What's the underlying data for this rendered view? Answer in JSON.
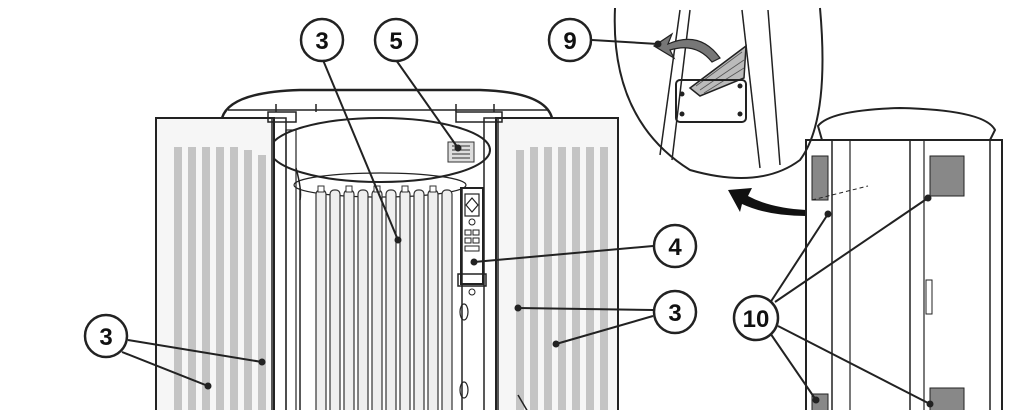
{
  "diagram": {
    "callouts": [
      {
        "id": "c3a",
        "label": "3"
      },
      {
        "id": "c5",
        "label": "5"
      },
      {
        "id": "c9",
        "label": "9"
      },
      {
        "id": "c4",
        "label": "4"
      },
      {
        "id": "c3b",
        "label": "3"
      },
      {
        "id": "c3c",
        "label": "3"
      },
      {
        "id": "c10",
        "label": "10"
      }
    ]
  },
  "colors": {
    "ink": "#222222",
    "lamp_gray": "#c4c4c4",
    "panel_fill": "#f6f6f6",
    "background": "#ffffff"
  }
}
